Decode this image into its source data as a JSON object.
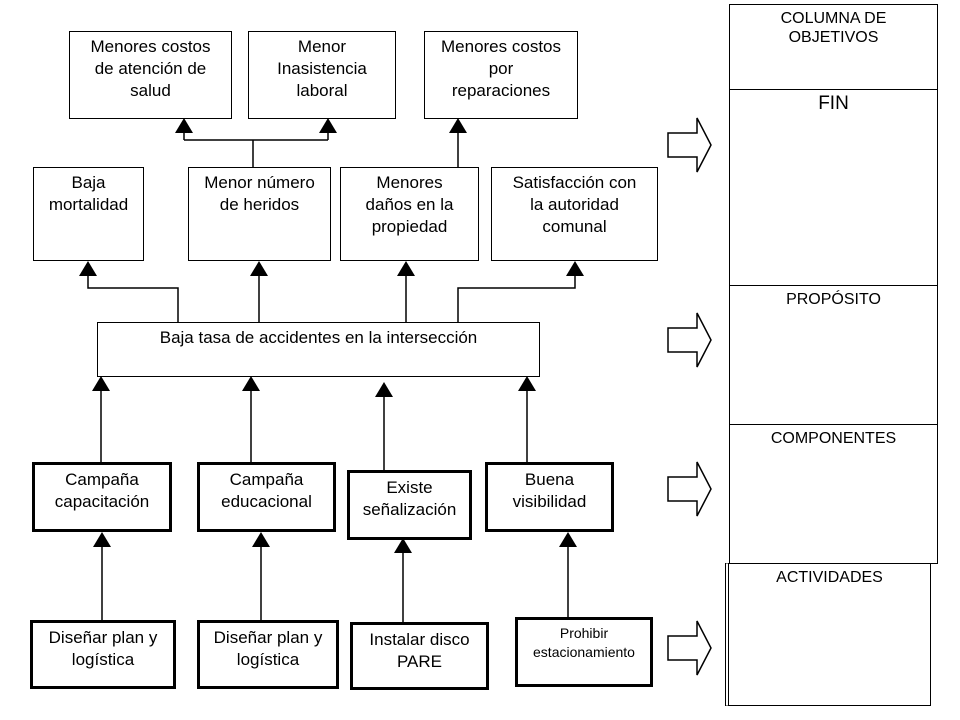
{
  "tree": {
    "effects_top": [
      "Menores costos\nde atención de\nsalud",
      "Menor\nInasistencia\nlaboral",
      "Menores costos\npor\nreparaciones"
    ],
    "effects_mid": [
      "Baja\nmortalidad",
      "Menor número\nde heridos",
      "Menores\ndaños en la\npropiedad",
      "Satisfacción con\nla autoridad\ncomunal"
    ],
    "purpose": "Baja tasa de accidentes en la intersección",
    "components": [
      "Campaña\ncapacitación",
      "Campaña\neducacional",
      "Existe\nseñalización",
      "Buena\nvisibilidad"
    ],
    "activities": [
      "Diseñar plan y\nlogística",
      "Diseñar plan y\nlogística",
      "Instalar disco\nPARE",
      "Prohibir\nestacionamiento"
    ]
  },
  "objectives_column": {
    "header": "COLUMNA DE\nOBJETIVOS",
    "fin": "FIN",
    "proposito": "PROPÓSITO",
    "componentes": "COMPONENTES",
    "actividades": "ACTIVIDADES"
  }
}
